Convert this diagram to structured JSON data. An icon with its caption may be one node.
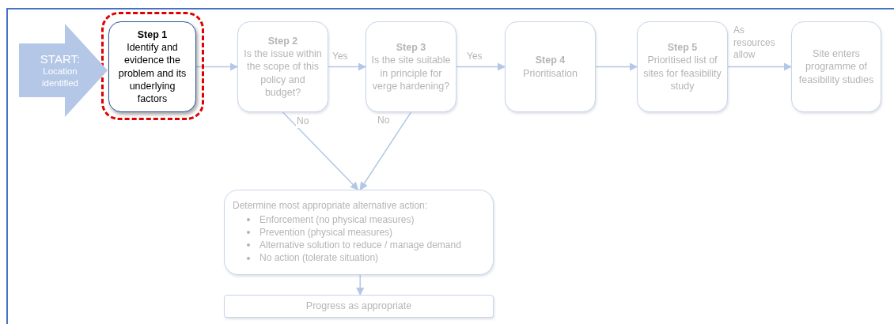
{
  "diagram": {
    "nodes": [
      {
        "text": [
          "START:",
          "Location identified"
        ]
      },
      {
        "text": [
          "Step 1",
          "Identify and evidence the problem and its underlying factors"
        ]
      },
      {
        "text": [
          "Step 2",
          "Is the issue within the scope of this policy and budget?"
        ]
      },
      {
        "text": [
          "Step 3",
          "Is the site suitable in principle for verge hardening?"
        ]
      },
      {
        "text": [
          "Step 4",
          "Prioritisation"
        ]
      },
      {
        "text": [
          "Step 5",
          "Prioritised list of sites for feasibility study"
        ]
      },
      {
        "text": [
          "Site enters programme of feasibility studies"
        ]
      },
      {
        "text": [
          "Determine most appropriate alternative action:",
          "Enforcement (no physical measures)",
          "Prevention (physical measures)",
          "Alternative solution to reduce / manage demand",
          "No action (tolerate situation)"
        ]
      },
      {
        "text": [
          "Progress as appropriate"
        ]
      }
    ],
    "edges": [
      {
        "from": 1,
        "to": 2,
        "arrow": "to"
      },
      {
        "from": 2,
        "to": 3,
        "arrow": "to",
        "label": "Yes"
      },
      {
        "from": 3,
        "to": 4,
        "arrow": "to",
        "label": "Yes"
      },
      {
        "from": 4,
        "to": 5,
        "arrow": "to"
      },
      {
        "from": 5,
        "to": 6,
        "arrow": "to",
        "label": "As resources allow"
      },
      {
        "from": 2,
        "to": 7,
        "arrow": "to",
        "label": "No"
      },
      {
        "from": 3,
        "to": 7,
        "arrow": "to",
        "label": "No"
      },
      {
        "from": 7,
        "to": 8,
        "arrow": "to"
      }
    ]
  }
}
